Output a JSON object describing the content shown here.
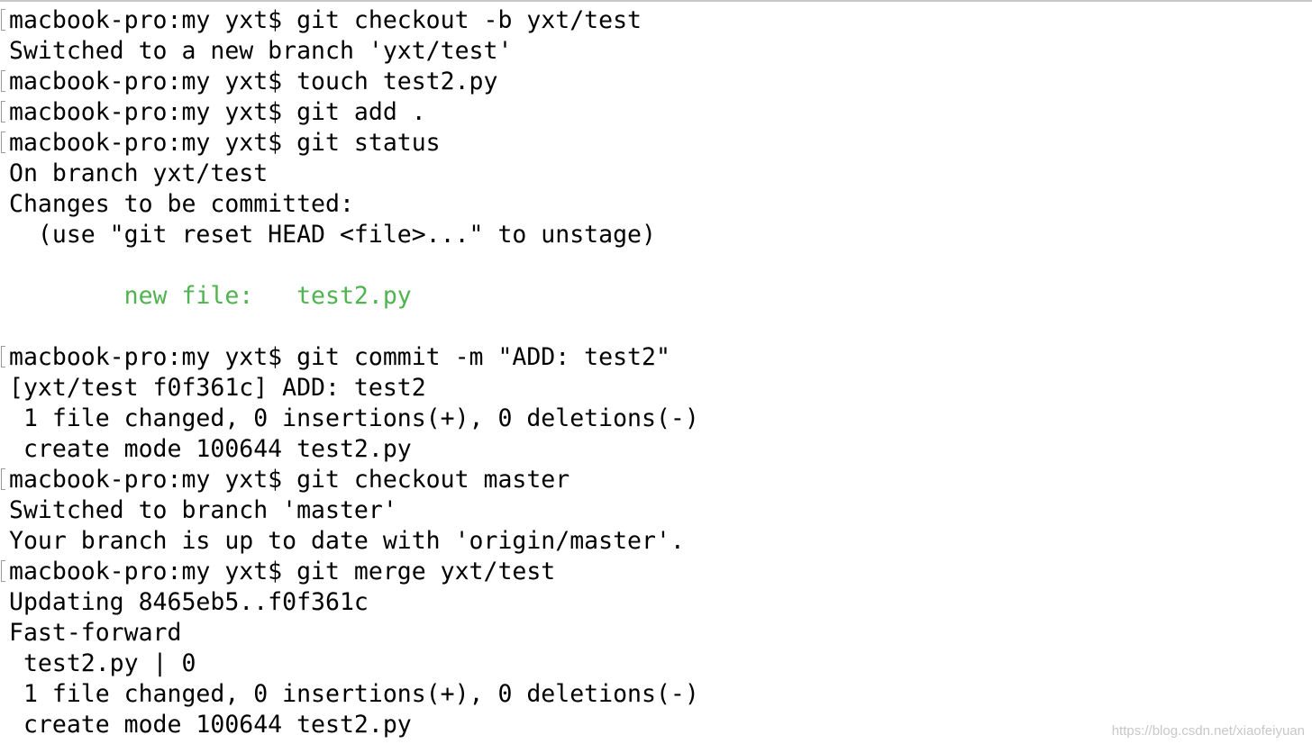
{
  "terminal": {
    "lines": [
      {
        "type": "prompt",
        "text": "macbook-pro:my yxt$ git checkout -b yxt/test"
      },
      {
        "type": "output",
        "text": "Switched to a new branch 'yxt/test'"
      },
      {
        "type": "prompt",
        "text": "macbook-pro:my yxt$ touch test2.py"
      },
      {
        "type": "prompt",
        "text": "macbook-pro:my yxt$ git add ."
      },
      {
        "type": "prompt",
        "text": "macbook-pro:my yxt$ git status"
      },
      {
        "type": "output",
        "text": "On branch yxt/test"
      },
      {
        "type": "output",
        "text": "Changes to be committed:"
      },
      {
        "type": "output",
        "text": "  (use \"git reset HEAD <file>...\" to unstage)"
      },
      {
        "type": "output",
        "text": ""
      },
      {
        "type": "output-green",
        "text": "        new file:   test2.py"
      },
      {
        "type": "output",
        "text": ""
      },
      {
        "type": "prompt",
        "text": "macbook-pro:my yxt$ git commit -m \"ADD: test2\""
      },
      {
        "type": "output",
        "text": "[yxt/test f0f361c] ADD: test2"
      },
      {
        "type": "output",
        "text": " 1 file changed, 0 insertions(+), 0 deletions(-)"
      },
      {
        "type": "output",
        "text": " create mode 100644 test2.py"
      },
      {
        "type": "prompt",
        "text": "macbook-pro:my yxt$ git checkout master"
      },
      {
        "type": "output",
        "text": "Switched to branch 'master'"
      },
      {
        "type": "output",
        "text": "Your branch is up to date with 'origin/master'."
      },
      {
        "type": "prompt",
        "text": "macbook-pro:my yxt$ git merge yxt/test"
      },
      {
        "type": "output",
        "text": "Updating 8465eb5..f0f361c"
      },
      {
        "type": "output",
        "text": "Fast-forward"
      },
      {
        "type": "output",
        "text": " test2.py | 0"
      },
      {
        "type": "output",
        "text": " 1 file changed, 0 insertions(+), 0 deletions(-)"
      },
      {
        "type": "output",
        "text": " create mode 100644 test2.py"
      }
    ]
  },
  "watermark": "https://blog.csdn.net/xiaofeiyuan",
  "colors": {
    "text": "#000000",
    "staged_file": "#4fb34f",
    "background": "#ffffff"
  }
}
